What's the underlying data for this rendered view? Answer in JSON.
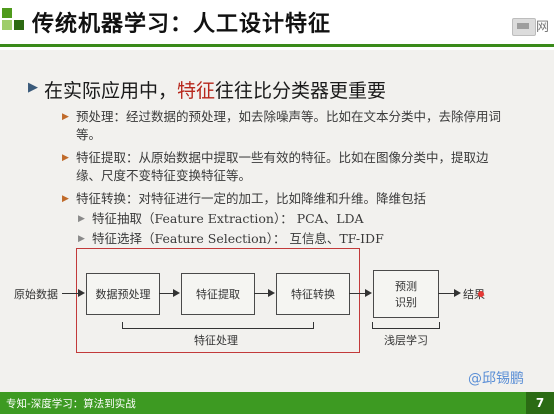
{
  "header": {
    "title": "传统机器学习：人工设计特征",
    "corner_text": "网"
  },
  "main_point": {
    "prefix": "在实际应用中，",
    "highlight": "特征",
    "suffix": "往往比分类器更重要"
  },
  "bullets": [
    {
      "text": "预处理：经过数据的预处理，如去除噪声等。比如在文本分类中，去除停用词等。"
    },
    {
      "text": "特征提取：从原始数据中提取一些有效的特征。比如在图像分类中，提取边缘、尺度不变特征变换特征等。"
    },
    {
      "text": "特征转换：对特征进行一定的加工，比如降维和升维。降维包括"
    }
  ],
  "sub_bullets": [
    {
      "text": "特征抽取（Feature Extraction）： PCA、LDA"
    },
    {
      "text": "特征选择（Feature Selection）： 互信息、TF-IDF"
    }
  ],
  "diagram": {
    "input_label": "原始数据",
    "boxes": [
      "数据预处理",
      "特征提取",
      "特征转换"
    ],
    "predict_line1": "预测",
    "predict_line2": "识别",
    "output_label": "结果",
    "bracket_feature": "特征处理",
    "bracket_shallow": "浅层学习"
  },
  "watermark": "@邱锡鹏",
  "footer": {
    "left_text": "专知-深度学习：算法到实战",
    "page_number": "7"
  },
  "colors": {
    "accent_green": "#3d9a22",
    "highlight_red": "#b7271c",
    "frame_red": "#c23a3a"
  }
}
